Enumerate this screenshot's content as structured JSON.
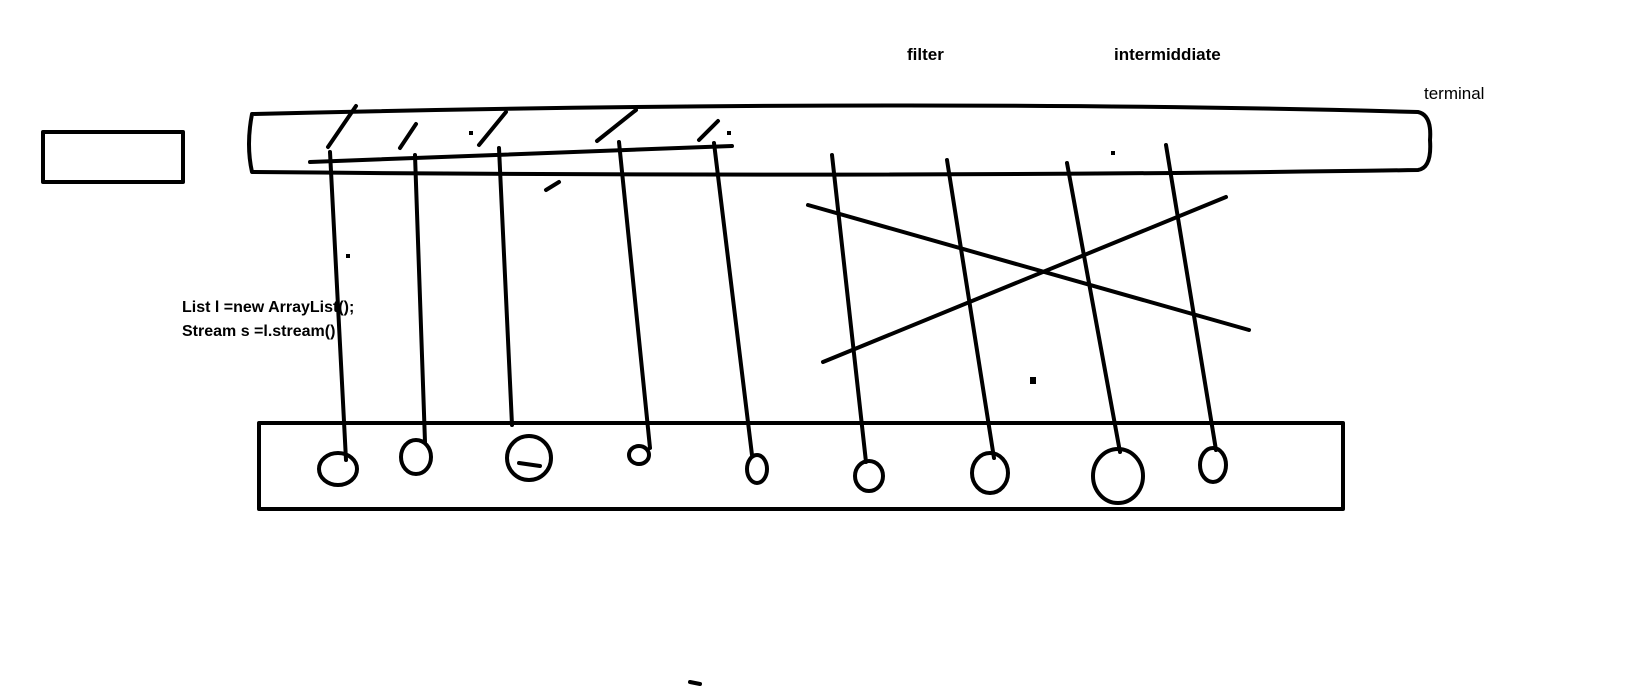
{
  "labels": {
    "filter": "filter",
    "intermediate": "intermiddiate",
    "terminal": "terminal"
  },
  "code": {
    "line1": "List l =new ArrayList();",
    "line2": "Stream s =l.stream()"
  },
  "colors": {
    "ink": "#000000",
    "background": "#ffffff"
  }
}
